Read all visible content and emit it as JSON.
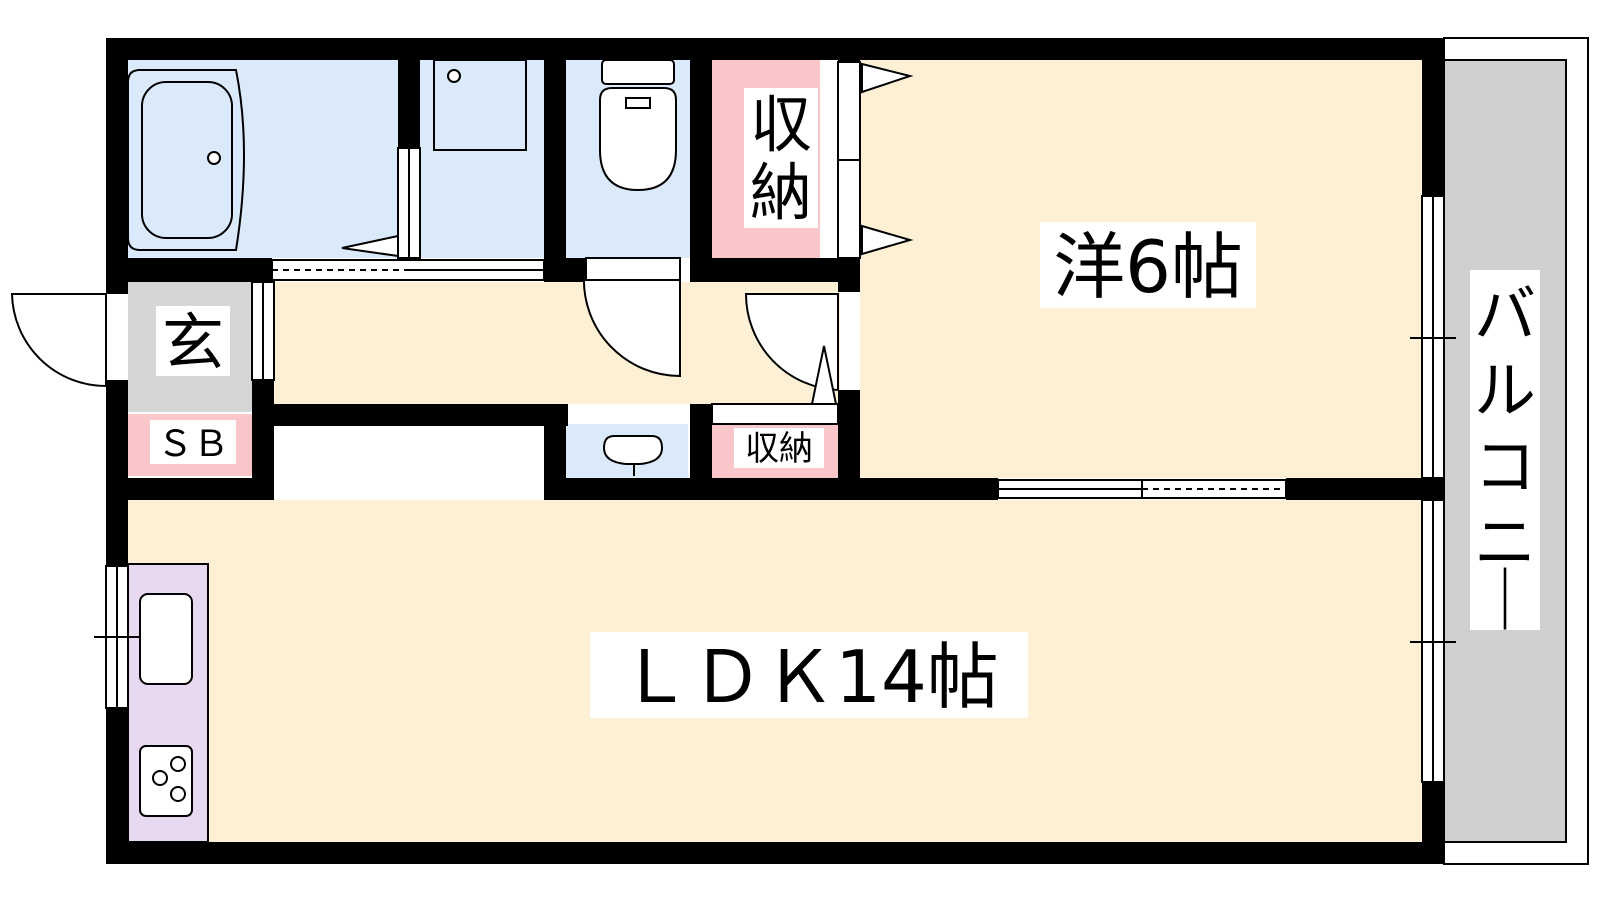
{
  "colors": {
    "wall": "#000000",
    "living": "#fdf0d5",
    "wet": "#dbeafa",
    "storage": "#f9c6c9",
    "entrance": "#d6d6d6",
    "kitchen": "#e8d8f0",
    "balcony_floor": "#cfcfcf",
    "label_bg": "#ffffff"
  },
  "rooms": {
    "western": {
      "label": "洋6帖"
    },
    "ldk": {
      "label": "ＬＤＫ14帖"
    },
    "balcony": {
      "label": "バルコニー"
    },
    "entrance": {
      "label": "玄"
    },
    "shoe_box": {
      "label": "ＳＢ"
    },
    "storage_main": {
      "label": "収納"
    },
    "storage_small": {
      "label": "収納"
    }
  },
  "icons": {
    "bathtub": "bathtub-icon",
    "washbasin": "washbasin-icon",
    "toilet": "toilet-icon",
    "sink": "sink-icon",
    "stove": "stove-icon",
    "door": "door-swing-icon",
    "window": "window-icon"
  }
}
